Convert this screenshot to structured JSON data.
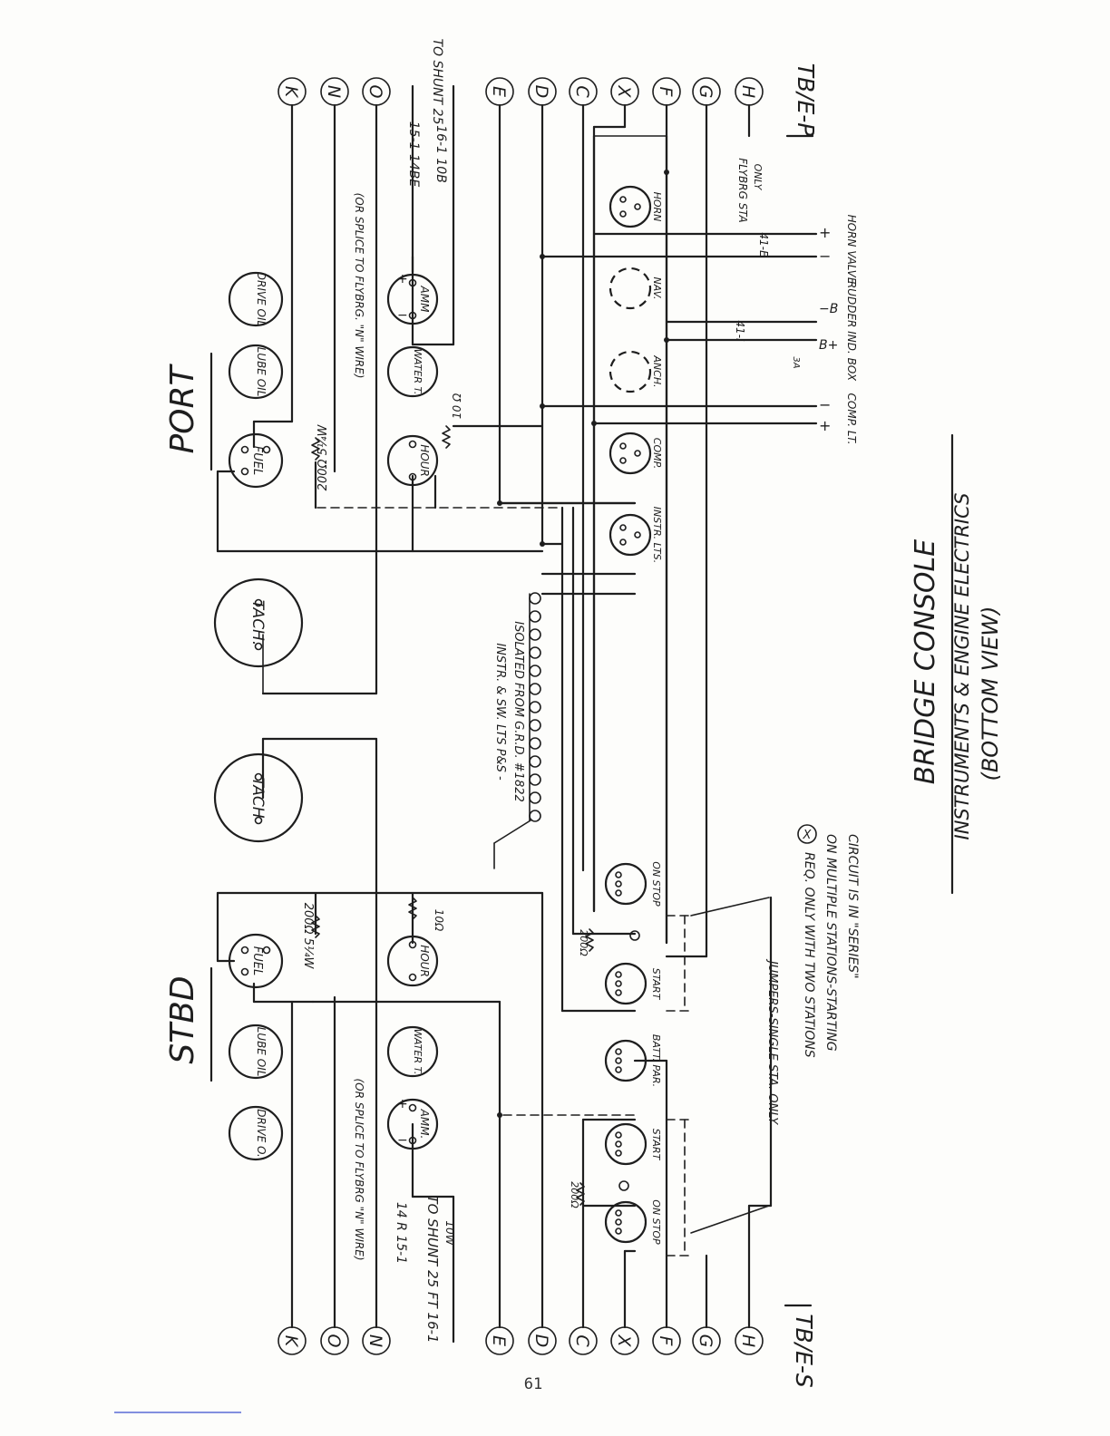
{
  "page_number": "61",
  "colors": {
    "ink": "#1e1e1e",
    "paper": "#fdfdfb",
    "rule": "#5a6bd6"
  },
  "terminal_blocks": {
    "port": {
      "label": "TB/E-P",
      "terminals": [
        "K",
        "N",
        "O",
        "E",
        "D",
        "C",
        "X",
        "F",
        "G",
        "H"
      ]
    },
    "stbd": {
      "label": "TB/E-S",
      "terminals": [
        "K",
        "O",
        "N",
        "E",
        "D",
        "C",
        "X",
        "F",
        "G",
        "H"
      ]
    }
  },
  "sections": {
    "port": "PORT",
    "stbd": "STBD"
  },
  "port_gauges": {
    "drive_oil": "DRIVE OIL",
    "lube_oil": "LUBE OIL",
    "fuel": "FUEL",
    "tach": "TACH.",
    "amm": "AMM",
    "amm_plus": "+",
    "amm_minus": "−",
    "water_t": "WATER T.",
    "hour": "HOUR",
    "fuel_res": "200Ω 5¼W",
    "hour_res": "10 Ω"
  },
  "stbd_gauges": {
    "drive_o": "DRIVE O.",
    "lube_oil": "LUBE OIL",
    "fuel": "FUEL",
    "tach": "TACH",
    "amm": "AMM.",
    "amm_plus": "+",
    "amm_minus": "−",
    "water_t": "WATER T.",
    "hour": "HOUR",
    "fuel_res": "200Ω 5¼W",
    "hour_res": "10Ω"
  },
  "switches": {
    "horn": "HORN",
    "nav": "NAV.",
    "anch": "ANCH.",
    "comp": "COMP.",
    "instr_lts": "INSTR. LTS.",
    "port_on_stop": "ON STOP",
    "port_start": "START",
    "batt_par": "BATT. PAR.",
    "stbd_start": "START",
    "stbd_on_stop": "ON STOP",
    "res_200": "200Ω"
  },
  "notes": {
    "or_splice_port": "(OR SPLICE TO FLYBRG. \"N\" WIRE)",
    "or_splice_stbd": "(OR SPLICE TO FLYBRG \"N\" WIRE)",
    "port_shunt_1": "15-1  14BE",
    "port_shunt_2": "16-1  10B",
    "port_shunt_to": "TO SHUNT 25",
    "stbd_shunt_1": "14 R  15-1",
    "stbd_shunt_2": "TO SHUNT 25 FT  16-1",
    "stbd_shunt_3": "10W",
    "instr_lts_1": "INSTR. & SW. LTS P&S -",
    "instr_lts_2": "ISOLATED FROM G.R.D. #1822",
    "jumpers": "JUMPERS-SINGLE STA. ONLY",
    "req_1": "REQ. ONLY WITH TWO STATIONS",
    "req_2": "ON MULTIPLE STATIONS-STARTING",
    "req_3": "CIRCUIT IS IN \"SERIES\"",
    "req_marker": "X",
    "flybrg_1": "FLYBRG STA",
    "flybrg_2": "ONLY",
    "wire_41_1": "41-E",
    "wire_41_2": "41-I",
    "fuse": "3A",
    "outputs": {
      "horn_valve": "HORN VALVE",
      "rudder_ind": "RUDDER IND. BOX",
      "comp_lt": "COMP. LT.",
      "plus": "+",
      "minus": "−",
      "b_plus": "B+",
      "b_minus": "−B"
    }
  },
  "title": {
    "line1": "BRIDGE CONSOLE",
    "line2": "INSTRUMENTS & ENGINE ELECTRICS",
    "line3": "(BOTTOM VIEW)"
  }
}
